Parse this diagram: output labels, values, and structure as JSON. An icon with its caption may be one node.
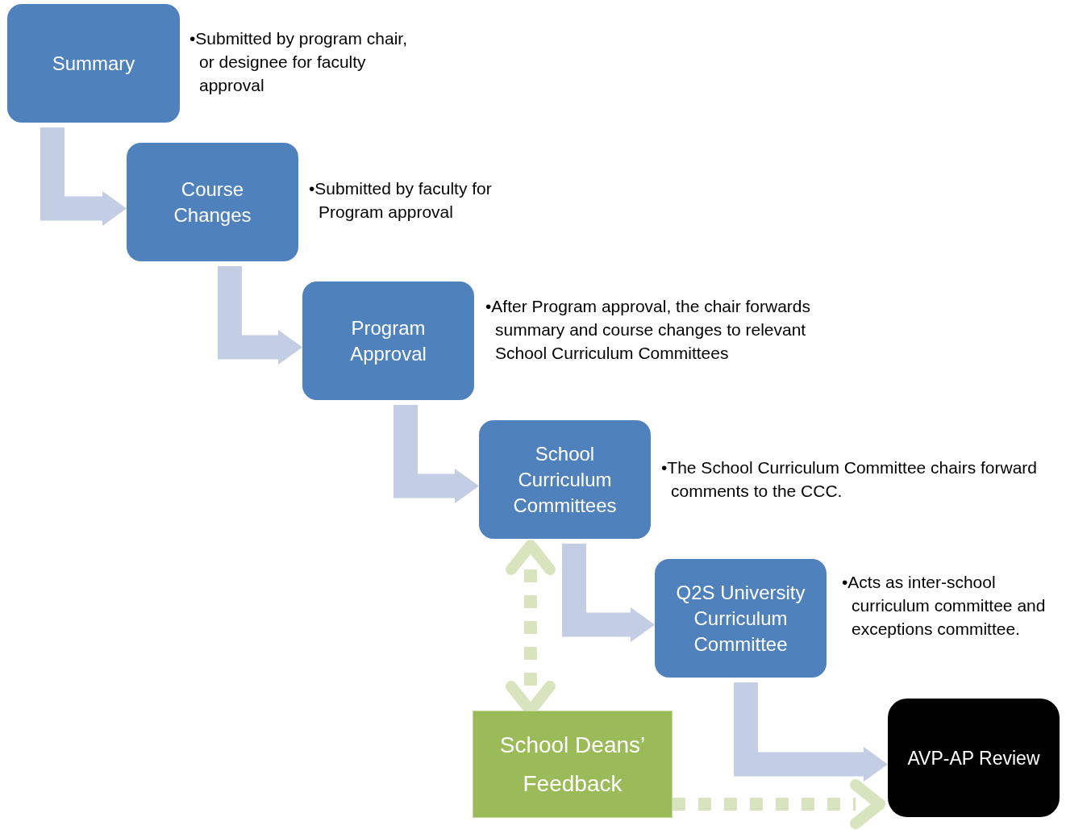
{
  "diagram": {
    "nodes": [
      {
        "text": [
          "Summary"
        ],
        "beside": [
          "•Submitted by program chair, or designee for faculty approval"
        ]
      },
      {
        "text": [
          "Course Changes"
        ],
        "beside": [
          "•Submitted by faculty for Program approval"
        ]
      },
      {
        "text": [
          "Program Approval"
        ],
        "beside": [
          "•After Program approval, the chair forwards summary and course changes to relevant School Curriculum Committees"
        ]
      },
      {
        "text": [
          "School Curriculum Committees"
        ],
        "beside": [
          "•The School Curriculum Committee chairs forward comments to the CCC."
        ]
      },
      {
        "text": [
          "Q2S University Curriculum Committee"
        ],
        "beside": [
          "•Acts as  inter-school curriculum committee and exceptions committee."
        ]
      },
      {
        "text": [
          "School Deans’ Feedback"
        ]
      },
      {
        "text": [
          "AVP-AP Review"
        ]
      }
    ],
    "edges": [
      {
        "from": 0,
        "to": 1,
        "arrow": "to"
      },
      {
        "from": 1,
        "to": 2,
        "arrow": "to"
      },
      {
        "from": 2,
        "to": 3,
        "arrow": "to"
      },
      {
        "from": 3,
        "to": 4,
        "arrow": "to"
      },
      {
        "from": 4,
        "to": 6,
        "arrow": "to"
      },
      {
        "from": 3,
        "to": 5,
        "arrow": "both",
        "style": "dashed",
        "color": "#d7e4bd"
      },
      {
        "from": 5,
        "to": 6,
        "arrow": "to",
        "style": "dashed",
        "color": "#d7e4bd"
      }
    ]
  }
}
